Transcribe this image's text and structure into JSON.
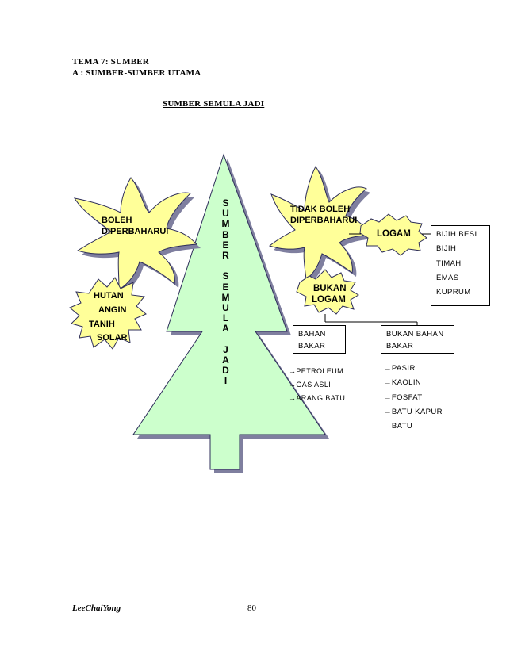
{
  "header": {
    "line1": "TEMA 7:  SUMBER",
    "line2": "A :  SUMBER-SUMBER UTAMA",
    "subtitle": "SUMBER SEMULA JADI"
  },
  "tree": {
    "letters_top": [
      "S",
      "U",
      "M",
      "B",
      "E",
      "R"
    ],
    "letters_mid": [
      "S",
      "E",
      "M",
      "U",
      "L",
      "A"
    ],
    "letters_bottom": [
      "J",
      "A",
      "D",
      "I"
    ]
  },
  "left": {
    "category": [
      "BOLEH",
      "DIPERBAHARUI"
    ],
    "items": [
      "HUTAN",
      "ANGIN",
      "TANIH",
      "SOLAR"
    ]
  },
  "right": {
    "category": [
      "TIDAK BOLEH",
      "DIPERBAHARUI"
    ],
    "logam": "LOGAM",
    "logam_items": [
      "BIJIH BESI",
      "BIJIH",
      "TIMAH",
      "EMAS",
      "KUPRUM"
    ],
    "bukan_logam": [
      "BUKAN",
      "LOGAM"
    ],
    "bahan_bakar": [
      "BAHAN",
      "BAKAR"
    ],
    "bukan_bahan_bakar": [
      "BUKAN BAHAN",
      "BAKAR"
    ],
    "bahan_bakar_items": [
      "→PETROLEUM",
      "→GAS ASLI",
      "→ARANG BATU"
    ],
    "bukan_bahan_bakar_items": [
      "→PASIR",
      "→KAOLIN",
      "→FOSFAT",
      "→BATU  KAPUR",
      "→BATU"
    ]
  },
  "footer": {
    "author": "LeeChaiYong",
    "page": "80"
  },
  "colors": {
    "tree": "#ccffcc",
    "star": "#ffff99",
    "shadow": "#7f7f9f"
  }
}
